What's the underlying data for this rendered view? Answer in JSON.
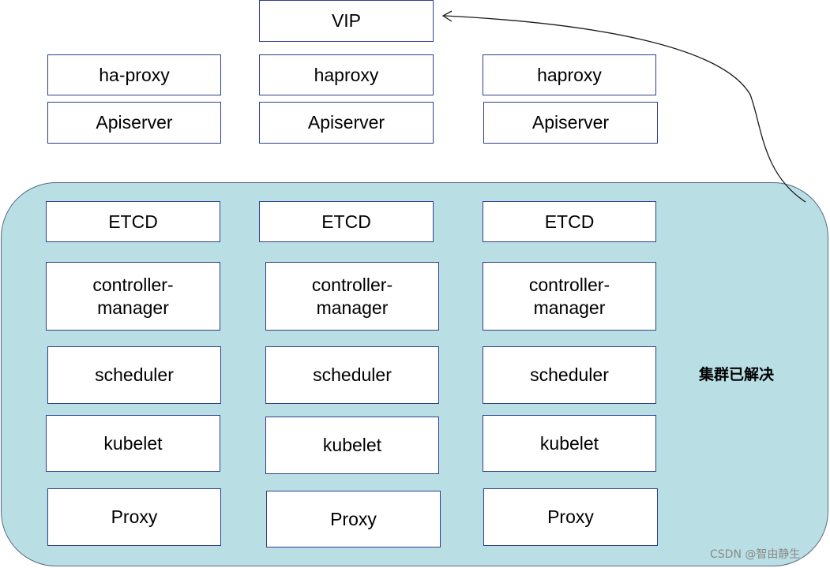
{
  "vip": {
    "label": "VIP"
  },
  "columns": [
    {
      "proxy": "ha-proxy",
      "apiserver": "Apiserver",
      "etcd": "ETCD",
      "controller_manager": "controller-\nmanager",
      "scheduler": "scheduler",
      "kubelet": "kubelet",
      "kube_proxy": "Proxy"
    },
    {
      "proxy": "haproxy",
      "apiserver": "Apiserver",
      "etcd": "ETCD",
      "controller_manager": "controller-\nmanager",
      "scheduler": "scheduler",
      "kubelet": "kubelet",
      "kube_proxy": "Proxy"
    },
    {
      "proxy": "haproxy",
      "apiserver": "Apiserver",
      "etcd": "ETCD",
      "controller_manager": "controller-\nmanager",
      "scheduler": "scheduler",
      "kubelet": "kubelet",
      "kube_proxy": "Proxy"
    }
  ],
  "cluster": {
    "label": "集群已解决"
  },
  "watermark": "CSDN @智由静生",
  "colors": {
    "cluster_fill": "#b9dee4",
    "box_border": "#2f3f8f",
    "arrow": "#1a1a1a"
  }
}
